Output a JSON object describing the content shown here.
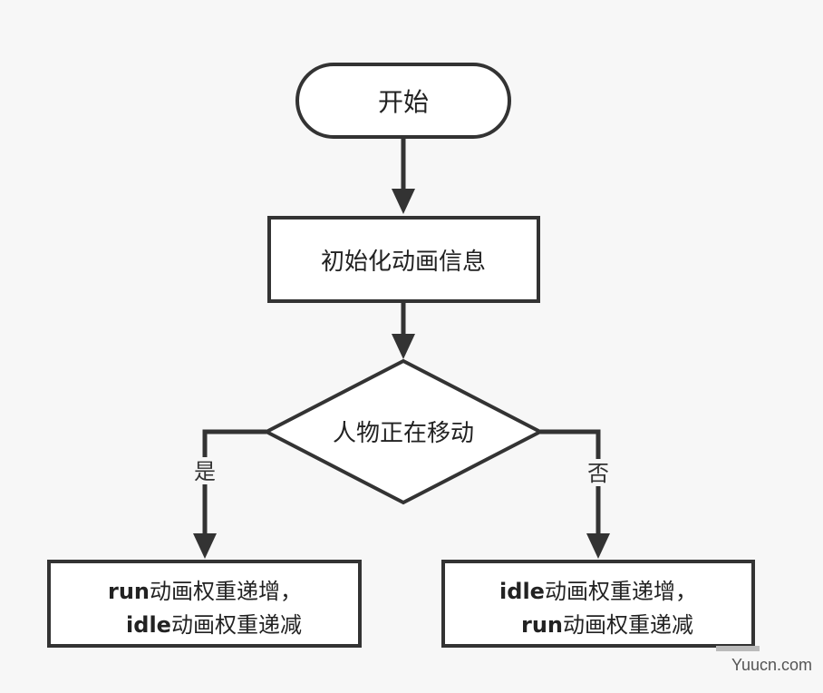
{
  "flowchart": {
    "start": "开始",
    "init": "初始化动画信息",
    "decision": "人物正在移动",
    "yes_label": "是",
    "no_label": "否",
    "left_box": {
      "line1_code": "run",
      "line1_text": "动画权重递增，",
      "line2_code": "idle",
      "line2_text": "动画权重递减"
    },
    "right_box": {
      "line1_code": "idle",
      "line1_text": "动画权重递增，",
      "line2_code": "run",
      "line2_text": "动画权重递减"
    }
  },
  "colors": {
    "stroke": "#333333",
    "fill": "#ffffff",
    "background": "#f7f7f7"
  },
  "watermark": {
    "text": "Yuucn.com"
  }
}
